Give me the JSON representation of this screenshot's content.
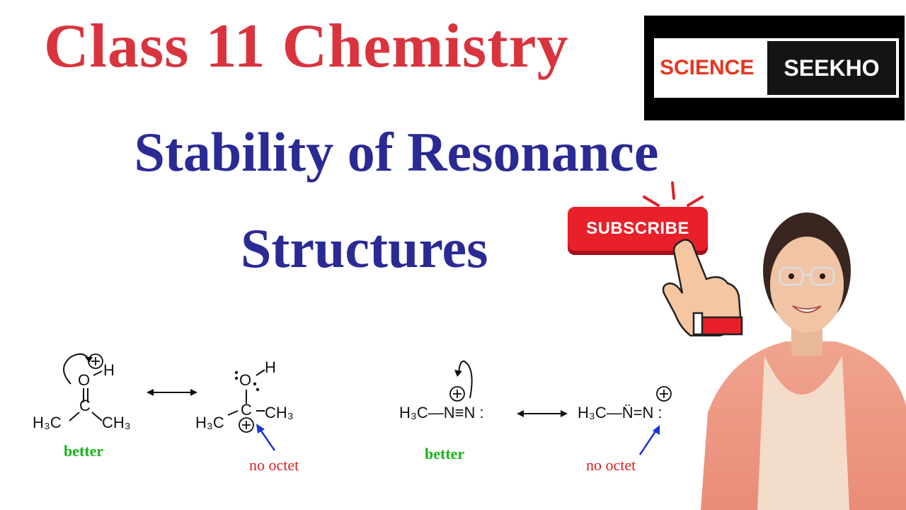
{
  "header": {
    "title_line1": "Class 11 Chemistry",
    "title_line2": "Stability of Resonance",
    "title_line3": "Structures"
  },
  "logo": {
    "part1": "SCIENCE",
    "part2": "SEEKHO"
  },
  "subscribe": {
    "label": "SUBSCRIBE"
  },
  "structures": {
    "s1": {
      "o": "O",
      "h": "H",
      "c": "C",
      "left": "H₃C",
      "right": "CH₃",
      "plus": "+",
      "label": "better"
    },
    "s2": {
      "o": "O",
      "h": "H",
      "c": "C",
      "left": "H₃C",
      "right": "CH₃",
      "plus": "+",
      "label": "no octet"
    },
    "s3": {
      "formula": "H₃C—N≡N :",
      "plus": "+",
      "label": "better"
    },
    "s4": {
      "formula": "H₃C—N̈=N :",
      "plus": "+",
      "label": "no octet"
    }
  },
  "colors": {
    "red": "#d9343e",
    "blue": "#2a2a95",
    "green": "#19b419",
    "arrow_blue": "#1a33d6"
  }
}
